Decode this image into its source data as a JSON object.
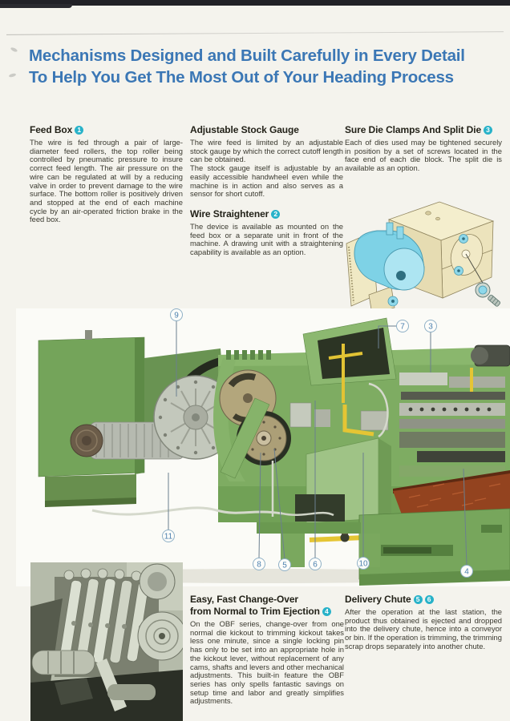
{
  "headline": {
    "line1": "Mechanisms Designed and Built Carefully in Every Detail",
    "line2": "To Help You Get The Most Out of Your Heading Process"
  },
  "sections": {
    "feed_box": {
      "title": "Feed Box",
      "badge": "1",
      "body": "The wire is fed through a pair of large-diameter feed rollers, the top roller being controlled by pneumatic pressure to insure correct feed length. The air pressure on the wire can be regulated at will by a reducing valve in order to prevent damage to the wire surface. The bottom roller is positively driven and stopped at the end of each machine cycle by an air-operated friction brake in the feed box."
    },
    "stock_gauge": {
      "title": "Adjustable Stock Gauge",
      "body1": "The wire feed is limited by an adjustable stock gauge by which the correct cutoff length can be obtained.",
      "body2": "The stock gauge itself is adjustable by an easily accessible handwheel even while the machine is in action and also serves as a sensor for short cutoff."
    },
    "wire_straightener": {
      "title": "Wire Straightener",
      "badge": "2",
      "body": "The device is available as mounted on the feed box or a separate unit in front of the machine. A drawing unit with a straightening capability is available as an option."
    },
    "die_clamps": {
      "title": "Sure Die Clamps And Split Die",
      "badge": "3",
      "body": "Each of dies used may be tightened securely in position by a set of screws located in the face end of each die block. The split die is available as an option."
    },
    "change_over": {
      "title_line1": "Easy, Fast Change-Over",
      "title_line2": "from Normal to Trim Ejection",
      "badge": "4",
      "body": "On the OBF series, change-over from one normal die kickout to trimming kickout takes less one minute, since a single locking pin has only to be set into an appropriate hole in the kickout lever, without replacement of any cams, shafts and levers and other mechanical adjustments. This built-in feature the OBF series has only spells fantastic savings on setup time and labor and greatly simplifies adjustments."
    },
    "delivery_chute": {
      "title": "Delivery Chute",
      "badge1": "5",
      "badge2": "6",
      "body": "After the operation at the last station, the product thus obtained is ejected and dropped into the delivery chute, hence into a conveyor or bin. If the operation is trimming, the trimming scrap drops separately into another chute."
    }
  },
  "photo": {
    "callouts": {
      "n9": "9",
      "n7": "7",
      "n3": "3",
      "n11": "11",
      "n8": "8",
      "n5": "5",
      "n6": "6",
      "n10": "10",
      "n4": "4"
    }
  },
  "colors": {
    "accent_blue": "#3b77b5",
    "badge_cyan": "#28b2c9",
    "machine_green": "#7eac62",
    "floor_red": "#93431f",
    "pipe_yellow": "#e5c534",
    "die_cyan": "#8edcec"
  }
}
